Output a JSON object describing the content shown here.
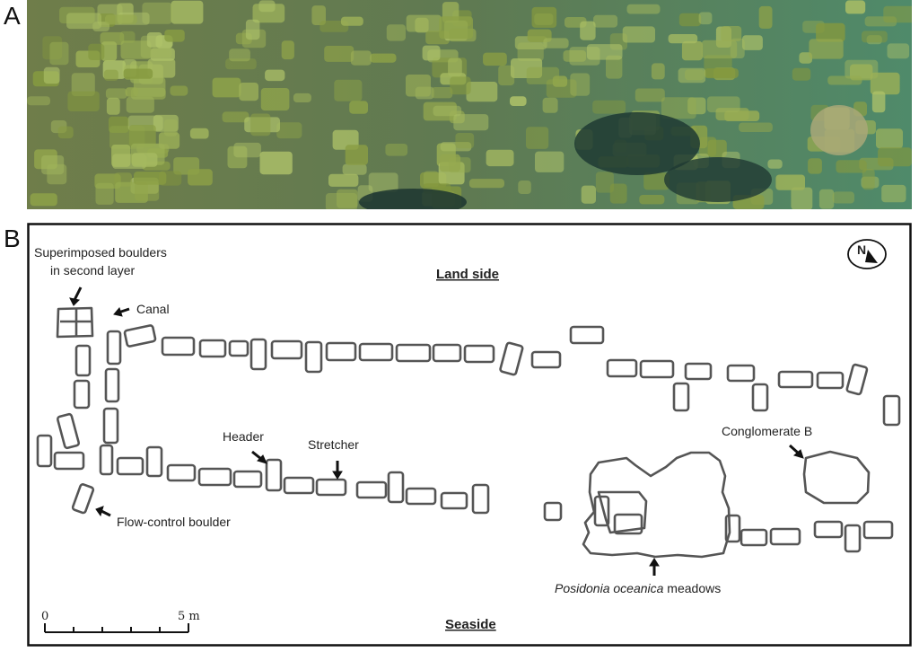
{
  "panels": {
    "a": "A",
    "b": "B"
  },
  "plan": {
    "land_side": "Land side",
    "seaside": "Seaside",
    "labels": {
      "superimposed_1": "Superimposed boulders",
      "superimposed_2": "in second layer",
      "canal": "Canal",
      "header": "Header",
      "stretcher": "Stretcher",
      "flow_control": "Flow-control boulder",
      "conglomerate": "Conglomerate B",
      "posidonia_italic": "Posidonia oceanica",
      "posidonia_rest": " meadows"
    },
    "north": "N",
    "scale": {
      "start": "0",
      "end": "5 m"
    }
  },
  "colors": {
    "stone_outline": "#555555",
    "water_dark": "#1f3a33",
    "algae": "#8a9a4a"
  }
}
